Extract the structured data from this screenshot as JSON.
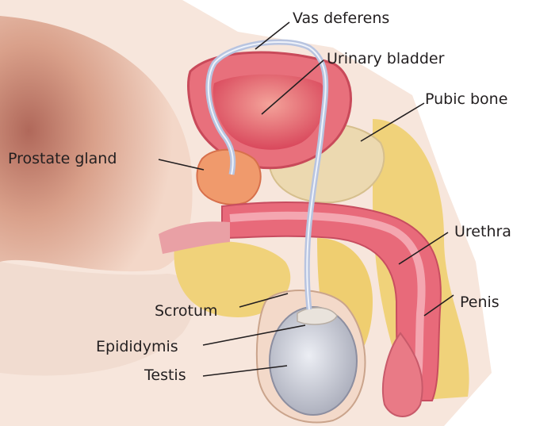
{
  "labels": {
    "vas_deferens": "Vas deferens",
    "urinary_bladder": "Urinary bladder",
    "pubic_bone": "Pubic bone",
    "prostate_gland": "Prostate gland",
    "urethra": "Urethra",
    "penis": "Penis",
    "scrotum": "Scrotum",
    "epididymis": "Epididymis",
    "testis": "Testis"
  },
  "colors": {
    "text": "#231f20",
    "leader_line": "#231f20",
    "skin": "#e6b39a",
    "muscle": "#e46a78",
    "bladder": "#e85d6a",
    "bone": "#ecd9b0",
    "fat": "#f0d27a",
    "vas_tube": "#b8c4e0",
    "testis": "#c7c9d4"
  }
}
